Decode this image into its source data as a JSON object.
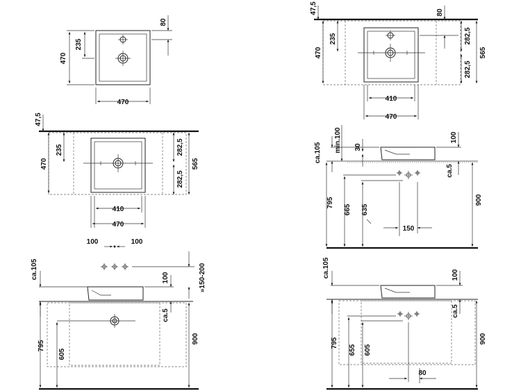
{
  "labels": {
    "v470": "470",
    "v235": "235",
    "v80": "80",
    "v47_5": "47,5",
    "v282_5": "282,5",
    "v565": "565",
    "v410": "410",
    "v100": "100",
    "v150_200": "»150-200",
    "ca105": "ca.105",
    "ca5": "ca.5",
    "v795": "795",
    "v605": "605",
    "v900": "900",
    "min100": "min.100",
    "v30": "30",
    "v665": "665",
    "v635": "635",
    "v150": "150",
    "v655": "655"
  }
}
